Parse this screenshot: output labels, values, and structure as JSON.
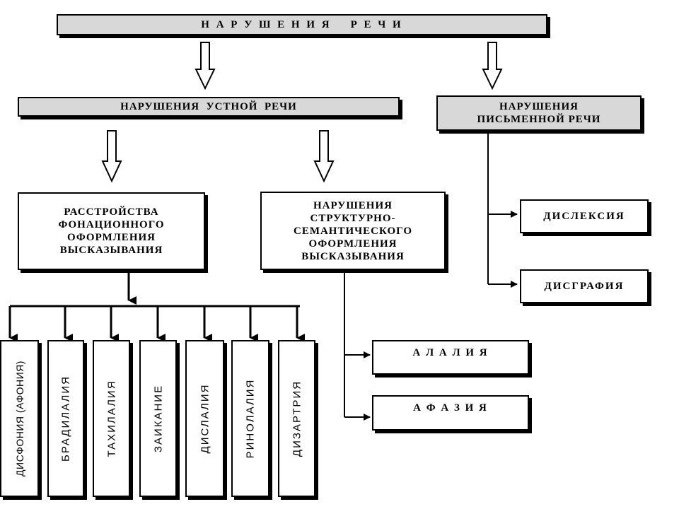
{
  "root": {
    "title": "Н А Р У Ш Е Н И Я    Р Е Ч И"
  },
  "oral": {
    "title": "НАРУШЕНИЯ  УСТНОЙ  РЕЧИ"
  },
  "written": {
    "lines": [
      "НАРУШЕНИЯ",
      "ПИСЬМЕННОЙ РЕЧИ"
    ]
  },
  "phonation": {
    "lines": [
      "РАССТРОЙСТВА",
      "ФОНАЦИОННОГО",
      "ОФОРМЛЕНИЯ",
      "ВЫСКАЗЫВАНИЯ"
    ]
  },
  "structural": {
    "lines": [
      "НАРУШЕНИЯ",
      "СТРУКТУРНО-",
      "СЕМАНТИЧЕСКОГО",
      "ОФОРМЛЕНИЯ",
      "ВЫСКАЗЫВАНИЯ"
    ]
  },
  "written_types": [
    "ДИСЛЕКСИЯ",
    "ДИСГРАФИЯ"
  ],
  "structural_types": [
    "А Л А Л И Я",
    "А Ф А З И Я"
  ],
  "phonation_types": [
    "ДИСФОНИЯ (АФОНИЯ)",
    "БРАДИЛАЛИЯ",
    "ТАХИЛАЛИЯ",
    "ЗАИКАНИЕ",
    "ДИСЛАЛИЯ",
    "РИНОЛАЛИЯ",
    "ДИЗАРТРИЯ"
  ]
}
